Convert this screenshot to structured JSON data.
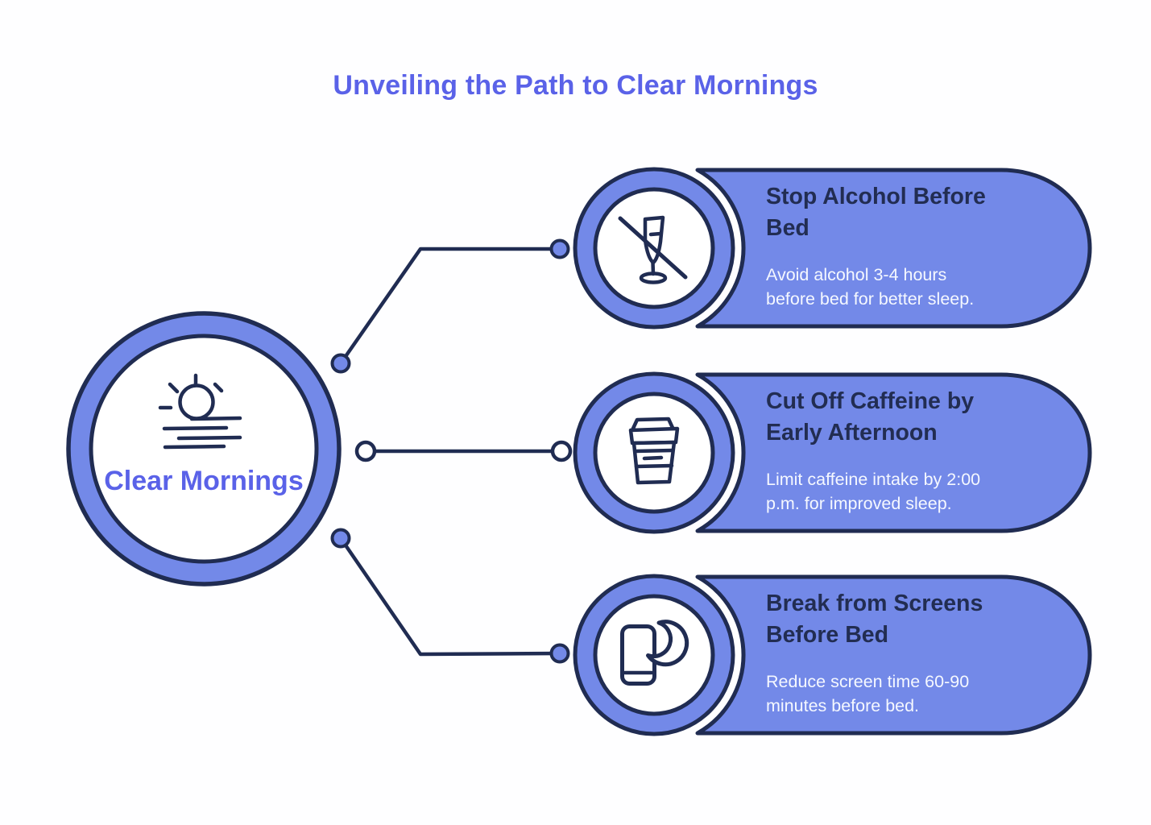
{
  "title": "Unveiling the Path to Clear Mornings",
  "colors": {
    "accent_periwinkle": "#7389e8",
    "accent_indigo": "#5a62e8",
    "outline_navy": "#202c52",
    "card_heading": "#222d52",
    "card_body_text": "#f5f8ff",
    "background": "#fefeff"
  },
  "center": {
    "label": "Clear Mornings",
    "icon": "sunrise-horizon-icon"
  },
  "cards": [
    {
      "icon": "no-alcohol-icon",
      "title": "Stop Alcohol Before Bed",
      "title_lines": [
        "Stop Alcohol Before",
        "Bed"
      ],
      "body": "Avoid alcohol 3-4 hours before bed for better sleep.",
      "body_lines": [
        "Avoid alcohol 3-4 hours",
        "before bed for better sleep."
      ]
    },
    {
      "icon": "coffee-cup-icon",
      "title": "Cut Off Caffeine by Early Afternoon",
      "title_lines": [
        "Cut Off Caffeine by",
        "Early Afternoon"
      ],
      "body": "Limit caffeine intake by 2:00 p.m. for improved sleep.",
      "body_lines": [
        "Limit caffeine intake by 2:00",
        "p.m. for improved sleep."
      ]
    },
    {
      "icon": "phone-moon-icon",
      "title": "Break from Screens Before Bed",
      "title_lines": [
        "Break from Screens",
        "Before Bed"
      ],
      "body": "Reduce screen time 60-90 minutes before bed.",
      "body_lines": [
        "Reduce screen time 60-90",
        "minutes before bed."
      ]
    }
  ]
}
